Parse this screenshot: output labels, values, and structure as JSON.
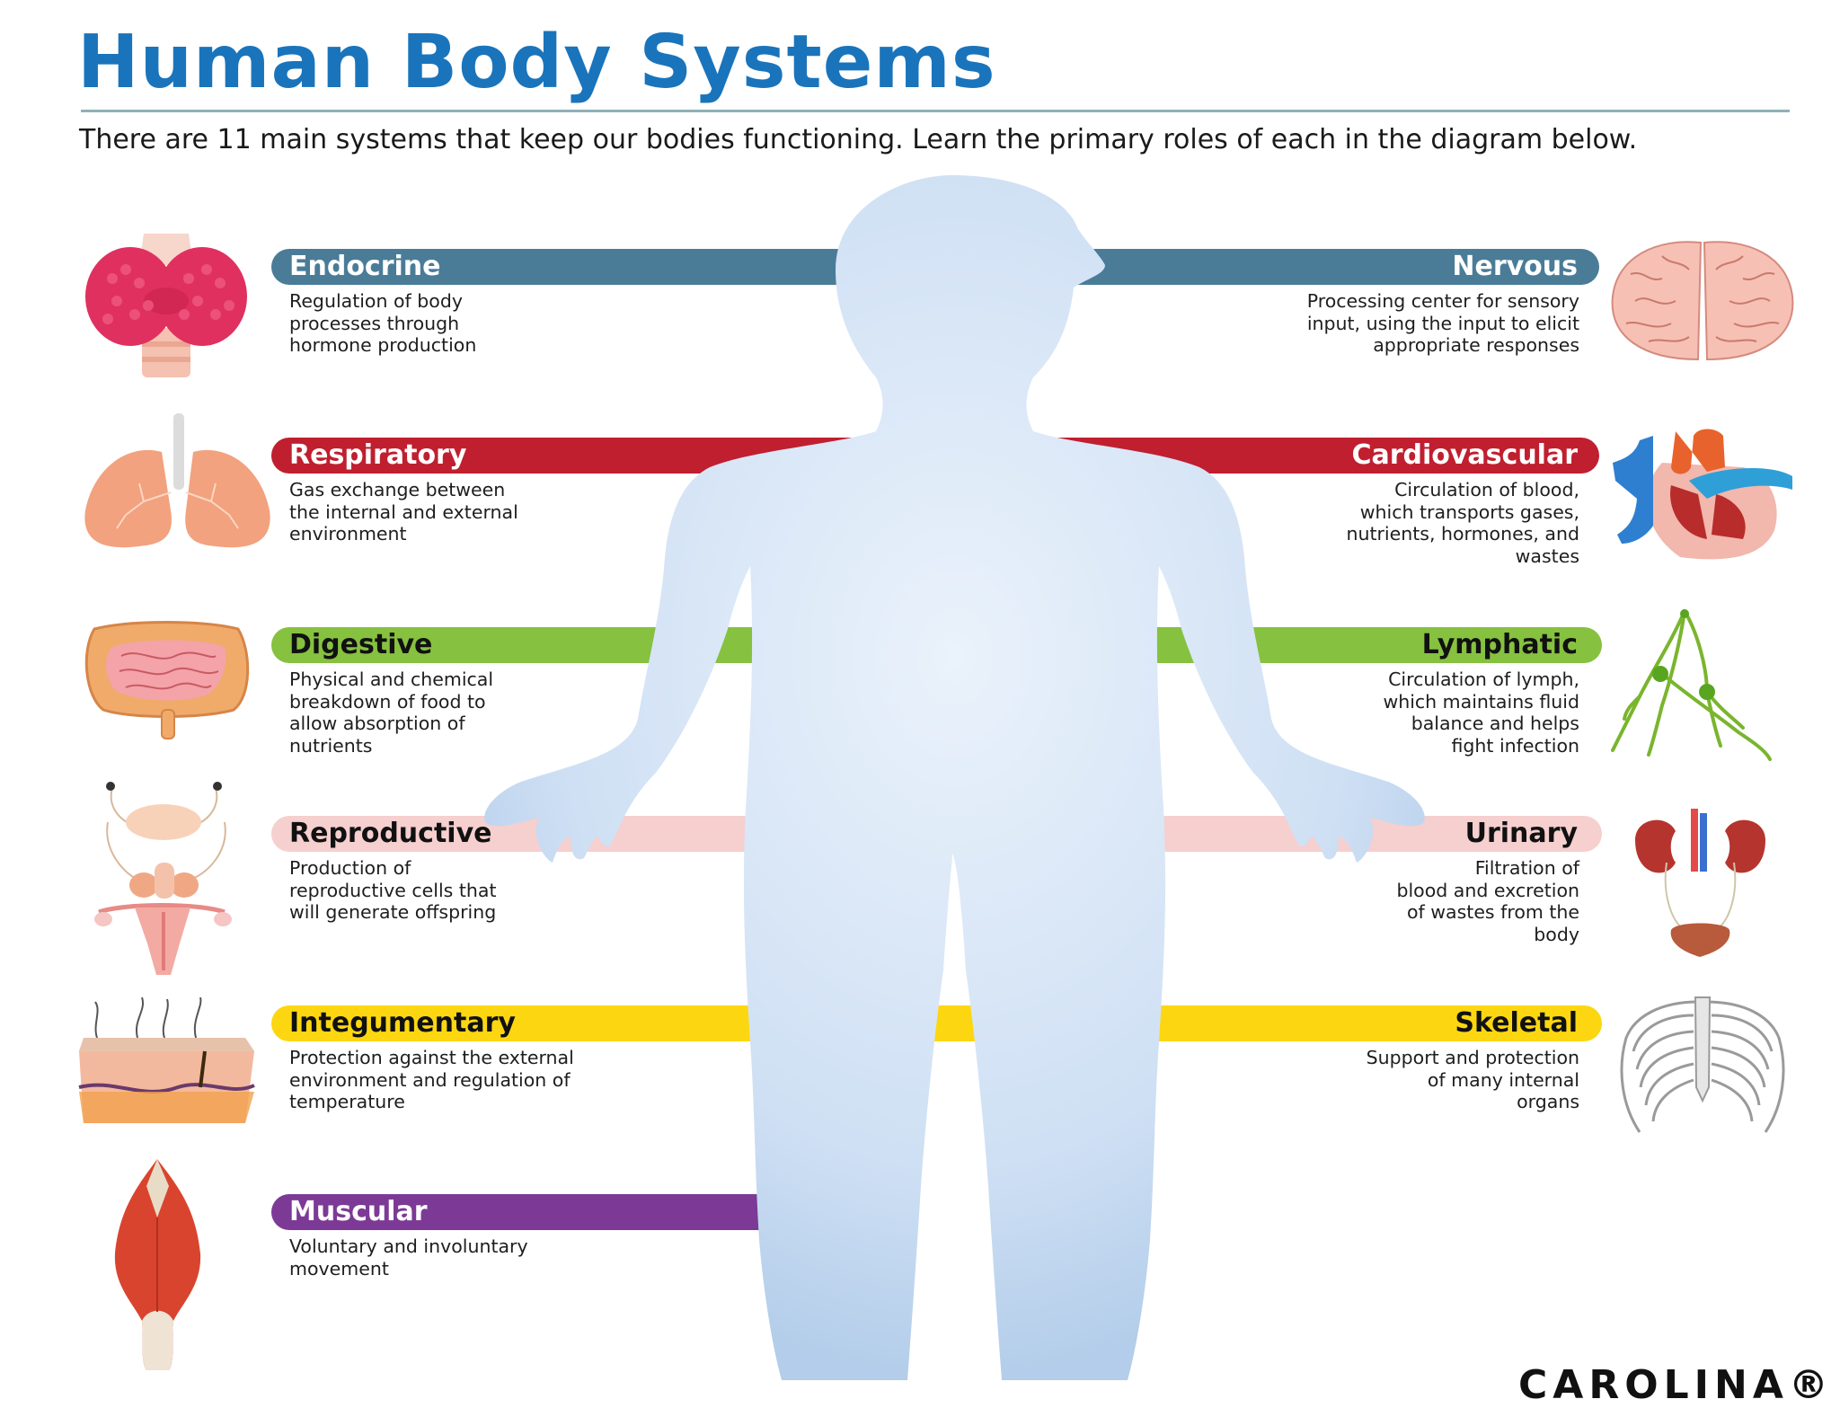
{
  "header": {
    "title": "Human Body Systems",
    "subtitle": "There are 11 main systems that keep our bodies functioning. Learn the primary roles of each in the diagram below."
  },
  "colors": {
    "title": "#1a74bb",
    "endocrine_nervous": "#4a7c97",
    "respiratory_cardiovascular": "#c01f2f",
    "digestive_lymphatic": "#86c13f",
    "reproductive_urinary": "#f6cfcf",
    "integumentary_skeletal": "#fcd711",
    "muscular": "#7c3a96",
    "body_silhouette": "#c9dcf2"
  },
  "systems": {
    "left": [
      {
        "name": "Endocrine",
        "description": "Regulation of body\nprocesses through\nhormone production",
        "icon": "thyroid-icon",
        "bar_color": "#4a7c97",
        "label_color": "#ffffff"
      },
      {
        "name": "Respiratory",
        "description": "Gas exchange between\nthe internal and external\nenvironment",
        "icon": "lungs-icon",
        "bar_color": "#c01f2f",
        "label_color": "#ffffff"
      },
      {
        "name": "Digestive",
        "description": "Physical and chemical\nbreakdown of food to\nallow absorption of\nnutrients",
        "icon": "intestines-icon",
        "bar_color": "#86c13f",
        "label_color": "#111111"
      },
      {
        "name": "Reproductive",
        "description": "Production of\nreproductive cells that\nwill generate offspring",
        "icon": "reproductive-organs-icon",
        "bar_color": "#f6cfcf",
        "label_color": "#111111"
      },
      {
        "name": "Integumentary",
        "description": "Protection against the external\nenvironment and regulation of\ntemperature",
        "icon": "skin-layers-icon",
        "bar_color": "#fcd711",
        "label_color": "#111111"
      },
      {
        "name": "Muscular",
        "description": "Voluntary and involuntary\nmovement",
        "icon": "muscle-icon",
        "bar_color": "#7c3a96",
        "label_color": "#ffffff"
      }
    ],
    "right": [
      {
        "name": "Nervous",
        "description": "Processing center for sensory\ninput, using the input to elicit\nappropriate responses",
        "icon": "brain-icon",
        "bar_color": "#4a7c97",
        "label_color": "#ffffff"
      },
      {
        "name": "Cardiovascular",
        "description": "Circulation of blood,\nwhich transports gases,\nnutrients, hormones, and\nwastes",
        "icon": "heart-icon",
        "bar_color": "#c01f2f",
        "label_color": "#ffffff"
      },
      {
        "name": "Lymphatic",
        "description": "Circulation of lymph,\nwhich maintains fluid\nbalance and helps\nfight infection",
        "icon": "lymph-vessels-icon",
        "bar_color": "#86c13f",
        "label_color": "#111111"
      },
      {
        "name": "Urinary",
        "description": "Filtration of\nblood and excretion\nof wastes from the\nbody",
        "icon": "kidneys-bladder-icon",
        "bar_color": "#f6cfcf",
        "label_color": "#111111"
      },
      {
        "name": "Skeletal",
        "description": "Support and protection\nof many internal\norgans",
        "icon": "ribcage-icon",
        "bar_color": "#fcd711",
        "label_color": "#111111"
      }
    ]
  },
  "footer": {
    "logo": "CAROLINA®"
  }
}
